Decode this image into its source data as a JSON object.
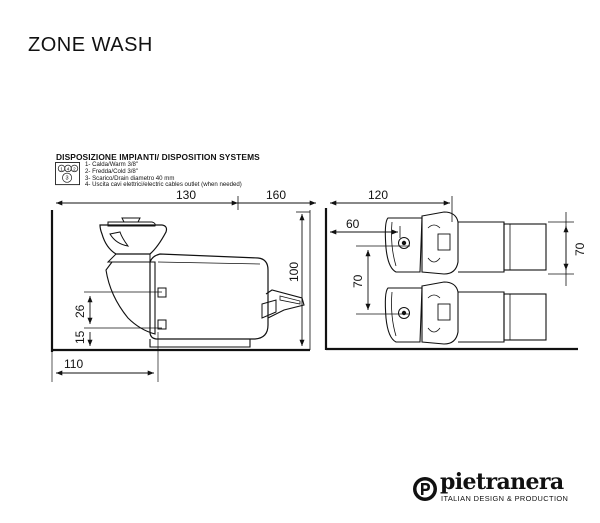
{
  "title": "ZONE WASH",
  "disposition": {
    "heading": "DISPOSIZIONE IMPIANTI/ DISPOSITION SYSTEMS",
    "items": [
      "1- Calda/Warm 3/8\"",
      "2- Fredda/Cold 3/8\"",
      "3- Scarico/Drain diametro 40 mm",
      "4- Uscita cavi elettrici/electric cables outlet (when needed)"
    ],
    "symbols": [
      "1",
      "4",
      "2",
      "3"
    ]
  },
  "side_view": {
    "dim_130": "130",
    "dim_160": "160",
    "dim_100": "100",
    "dim_26": "26",
    "dim_15": "15",
    "dim_110": "110"
  },
  "top_view": {
    "dim_120": "120",
    "dim_60": "60",
    "dim_70_spacing": "70",
    "dim_70_width": "70"
  },
  "brand": {
    "name": "pietranera",
    "tagline": "ITALIAN DESIGN & PRODUCTION"
  }
}
